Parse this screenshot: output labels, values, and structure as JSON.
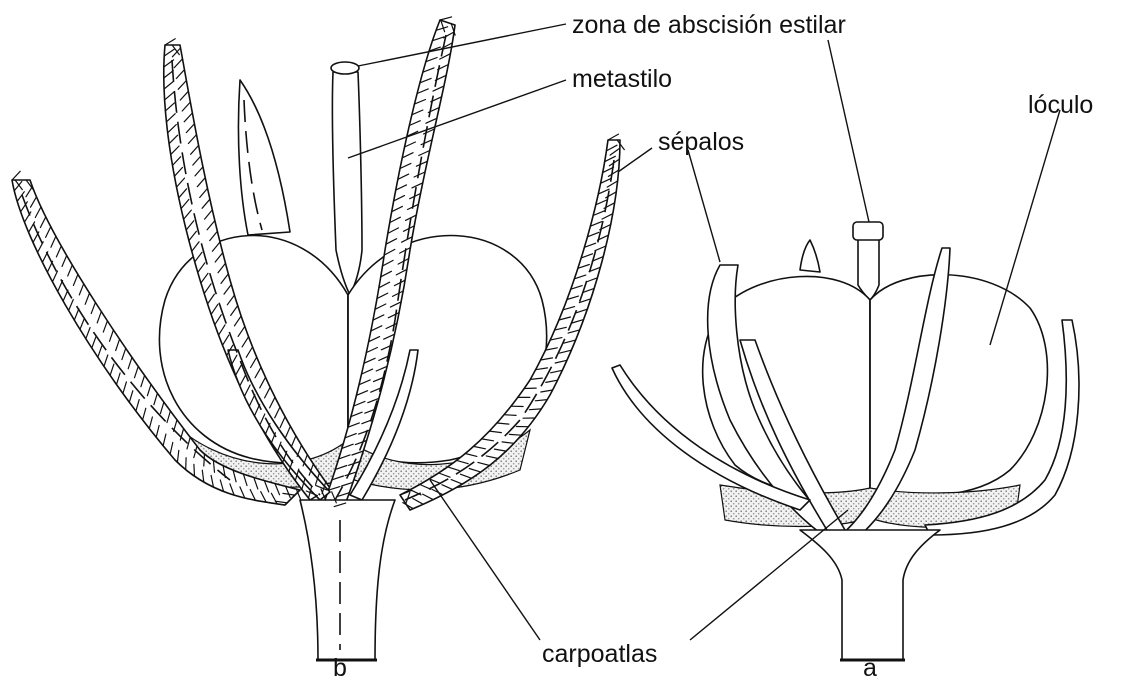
{
  "labels": {
    "zona": "zona de abscisión estilar",
    "metastilo": "metastilo",
    "sepalos": "sépalos",
    "loculo": "lóculo",
    "carpoatlas": "carpoatlas",
    "fig_b": "b",
    "fig_a": "a"
  }
}
